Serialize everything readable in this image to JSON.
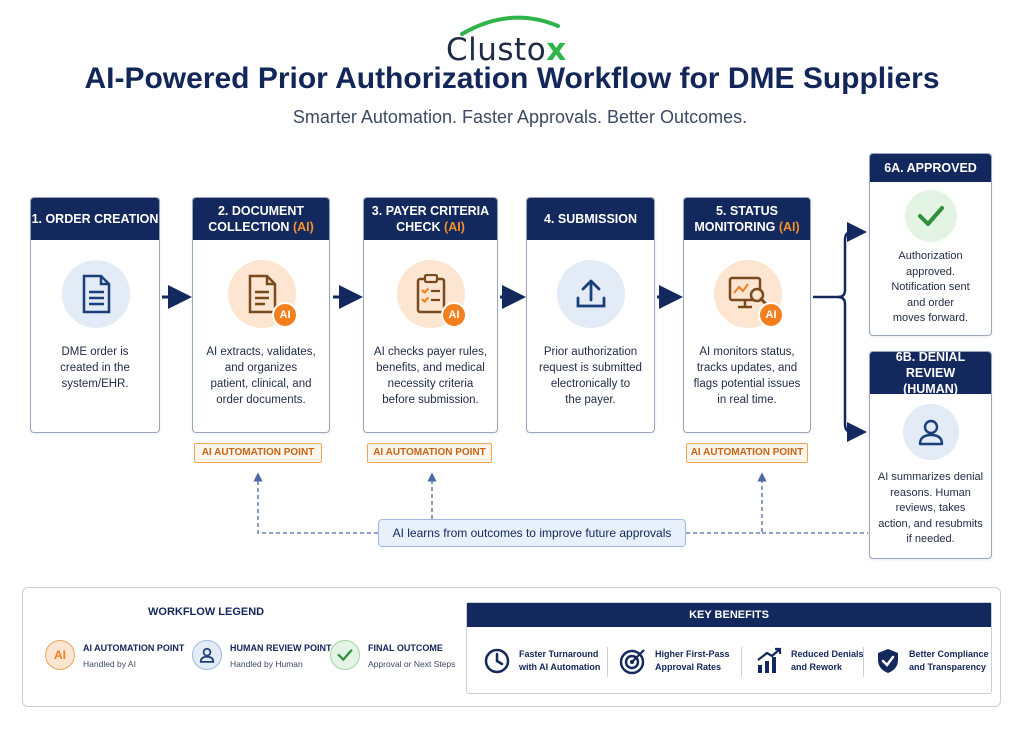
{
  "brand": {
    "logo_text": "Clusto",
    "logo_x": "x"
  },
  "title": "AI-Powered Prior Authorization Workflow for DME Suppliers",
  "subtitle": "Smarter Automation. Faster Approvals. Better Outcomes.",
  "steps": [
    {
      "header_line1": "1. ORDER CREATION",
      "header_line2": "",
      "ai_tag": "",
      "icon": "document-icon",
      "text": [
        "DME order is",
        "created in the",
        "system/EHR."
      ]
    },
    {
      "header_line1": "2. DOCUMENT",
      "header_line2": "COLLECTION",
      "ai_tag": "(AI)",
      "icon": "document-ai-icon",
      "text": [
        "AI extracts, validates,",
        "and organizes",
        "patient, clinical, and",
        "order documents."
      ]
    },
    {
      "header_line1": "3. PAYER CRITERIA",
      "header_line2": "CHECK",
      "ai_tag": "(AI)",
      "icon": "checklist-ai-icon",
      "text": [
        "AI checks payer rules,",
        "benefits, and medical",
        "necessity criteria",
        "before submission."
      ]
    },
    {
      "header_line1": "4. SUBMISSION",
      "header_line2": "",
      "ai_tag": "",
      "icon": "upload-icon",
      "text": [
        "Prior authorization",
        "request is submitted",
        "electronically to",
        "the payer."
      ]
    },
    {
      "header_line1": "5. STATUS",
      "header_line2": "MONITORING",
      "ai_tag": "(AI)",
      "icon": "monitor-search-ai-icon",
      "text": [
        "AI monitors status,",
        "tracks updates, and",
        "flags potential issues",
        "in real time."
      ]
    }
  ],
  "outcomes": [
    {
      "header": "6A. APPROVED",
      "icon": "check-icon",
      "text": [
        "Authorization",
        "approved.",
        "Notification sent",
        "and order",
        "moves forward."
      ]
    },
    {
      "header_line1": "6B. DENIAL REVIEW",
      "header_line2": "(HUMAN)",
      "icon": "person-icon",
      "text": [
        "AI summarizes denial",
        "reasons. Human",
        "reviews, takes",
        "action, and resubmits",
        "if needed."
      ]
    }
  ],
  "automation_point_label": "AI AUTOMATION POINT",
  "ai_badge": "AI",
  "learning_loop": "AI learns from outcomes to improve future approvals",
  "legend": {
    "title": "WORKFLOW LEGEND",
    "items": [
      {
        "icon_text": "AI",
        "label": "AI AUTOMATION POINT",
        "sub": "Handled by AI"
      },
      {
        "icon": "person-icon",
        "label": "HUMAN REVIEW POINT",
        "sub": "Handled by Human"
      },
      {
        "icon": "check-icon",
        "label": "FINAL OUTCOME",
        "sub": "Approval or Next Steps"
      }
    ]
  },
  "benefits": {
    "title": "KEY BENEFITS",
    "items": [
      {
        "icon": "clock-icon",
        "line1": "Faster Turnaround",
        "line2": "with AI Automation"
      },
      {
        "icon": "target-icon",
        "line1": "Higher First-Pass",
        "line2": "Approval Rates"
      },
      {
        "icon": "growth-chart-icon",
        "line1": "Reduced Denials",
        "line2": "and Rework"
      },
      {
        "icon": "shield-check-icon",
        "line1": "Better Compliance",
        "line2": "and Transparency"
      }
    ]
  },
  "colors": {
    "navy": "#13285c",
    "orange": "#f47f1f",
    "green": "#2fb34a",
    "light_blue": "#e3ebf7"
  }
}
